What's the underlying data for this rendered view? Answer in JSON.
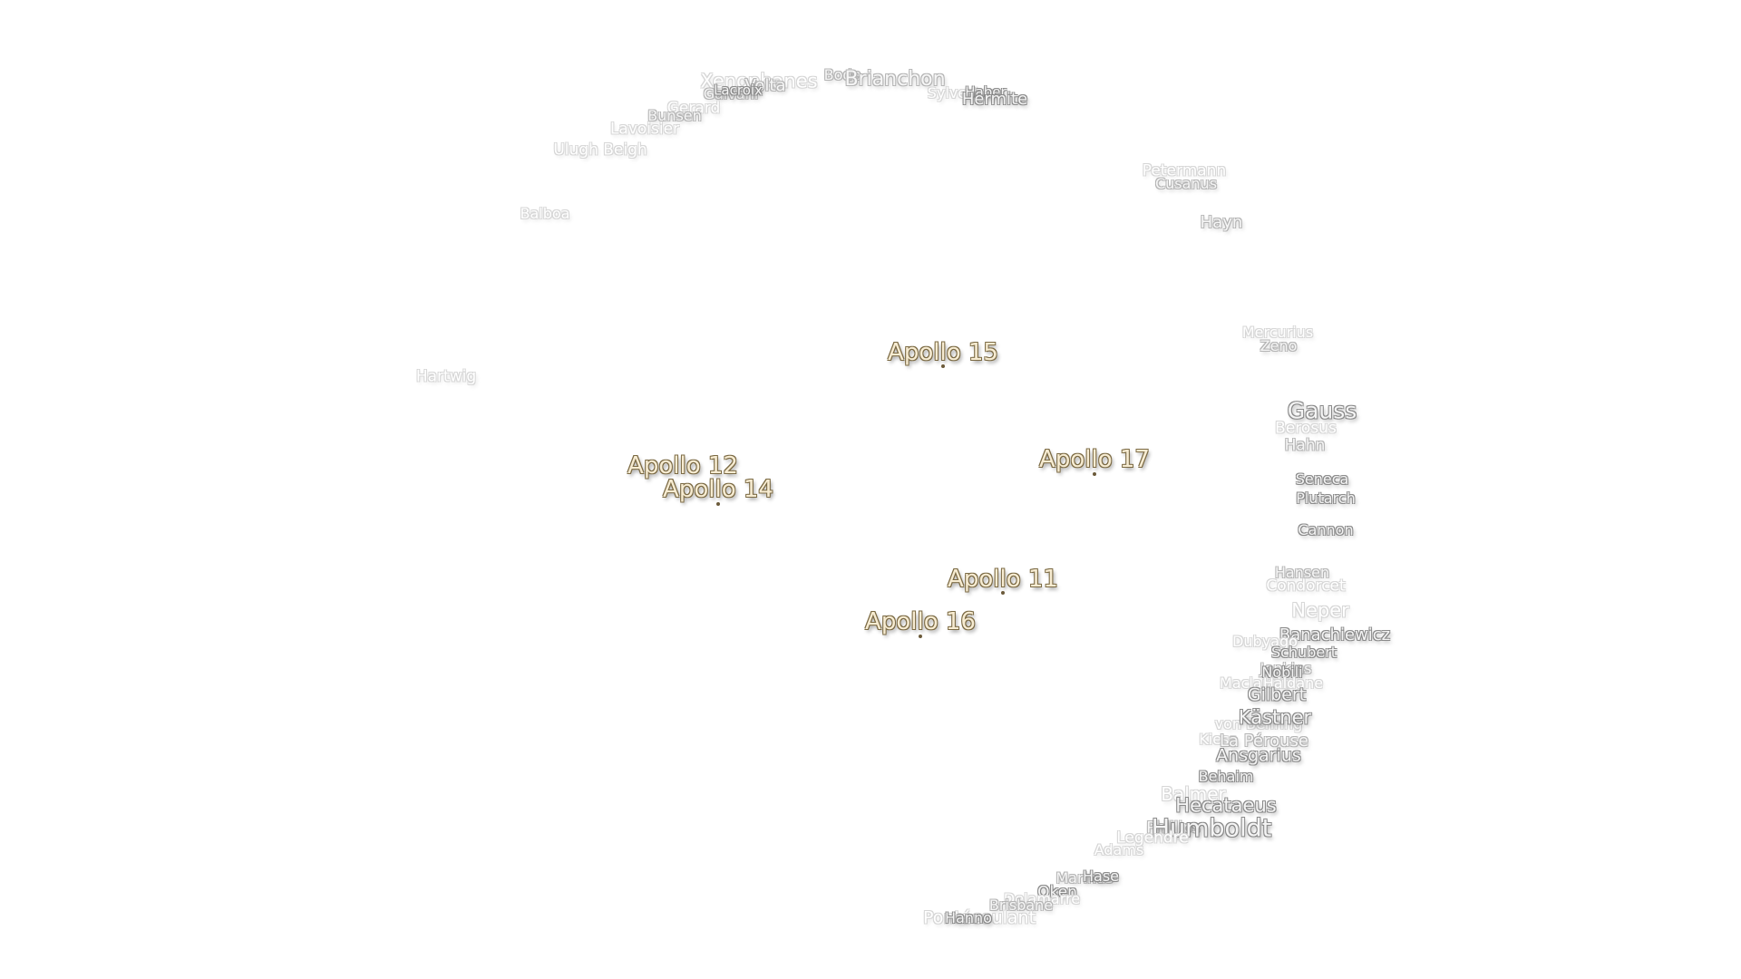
{
  "colors": {
    "background": "#ffffff",
    "crater_fill": "#f4f4f4",
    "crater_outline": "#8a8a8a",
    "apollo_fill": "#f7ecd2",
    "apollo_outline": "#7b6a44"
  },
  "apollo_sites": [
    {
      "name": "Apollo 15"
    },
    {
      "name": "Apollo 12"
    },
    {
      "name": "Apollo 14"
    },
    {
      "name": "Apollo 17"
    },
    {
      "name": "Apollo 11"
    },
    {
      "name": "Apollo 16"
    }
  ],
  "craters": [
    {
      "name": "Xenophanes"
    },
    {
      "name": "Volta"
    },
    {
      "name": "Galvani"
    },
    {
      "name": "Lacroix"
    },
    {
      "name": "Bode"
    },
    {
      "name": "Brianchon"
    },
    {
      "name": "Sylvester"
    },
    {
      "name": "Haber"
    },
    {
      "name": "Hermite"
    },
    {
      "name": "Gerard"
    },
    {
      "name": "Bunsen"
    },
    {
      "name": "Lavoisier"
    },
    {
      "name": "Ulugh Beigh"
    },
    {
      "name": "Balboa"
    },
    {
      "name": "Hartwig"
    },
    {
      "name": "Petermann"
    },
    {
      "name": "Cusanus"
    },
    {
      "name": "Hayn"
    },
    {
      "name": "Mercurius"
    },
    {
      "name": "Zeno"
    },
    {
      "name": "Gauss"
    },
    {
      "name": "Berosus"
    },
    {
      "name": "Hahn"
    },
    {
      "name": "Seneca"
    },
    {
      "name": "Plutarch"
    },
    {
      "name": "Cannon"
    },
    {
      "name": "Hansen"
    },
    {
      "name": "Condorcet"
    },
    {
      "name": "Neper"
    },
    {
      "name": "Banachiewicz"
    },
    {
      "name": "Dubyago"
    },
    {
      "name": "Schubert"
    },
    {
      "name": "Jenkins"
    },
    {
      "name": "Nobili"
    },
    {
      "name": "Maclaurin"
    },
    {
      "name": "Haldane"
    },
    {
      "name": "Gilbert"
    },
    {
      "name": "von Behring"
    },
    {
      "name": "Kästner"
    },
    {
      "name": "Kiess"
    },
    {
      "name": "La Pérouse"
    },
    {
      "name": "Ansgarius"
    },
    {
      "name": "Behaim"
    },
    {
      "name": "Balmer"
    },
    {
      "name": "Hecataeus"
    },
    {
      "name": "Phillips"
    },
    {
      "name": "Humboldt"
    },
    {
      "name": "Legendre"
    },
    {
      "name": "Adams"
    },
    {
      "name": "Marinus"
    },
    {
      "name": "Hase"
    },
    {
      "name": "Oken"
    },
    {
      "name": "Delamarre"
    },
    {
      "name": "Brisbane"
    },
    {
      "name": "Pontécoulant"
    },
    {
      "name": "Hanno"
    }
  ]
}
